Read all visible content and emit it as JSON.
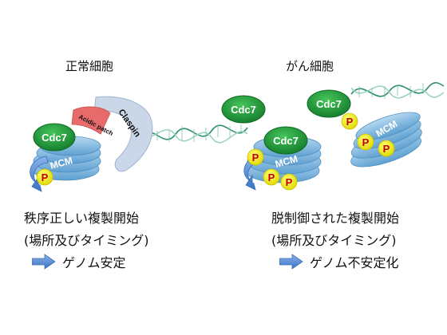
{
  "left": {
    "heading": "正常細胞",
    "labels": {
      "cdc7": "Cdc7",
      "mcm": "MCM",
      "claspin": "Claspin",
      "acidic_patch": "Acidic patch",
      "p": "P"
    },
    "result_line1": "秩序正しい複製開始",
    "result_line2": "(場所及びタイミング)",
    "outcome": "ゲノム安定"
  },
  "right": {
    "heading": "がん細胞",
    "labels": {
      "cdc7": "Cdc7",
      "mcm": "MCM",
      "p": "P"
    },
    "result_line1": "脱制御された複製開始",
    "result_line2": "(場所及びタイミング)",
    "outcome": "ゲノム不安定化"
  },
  "colors": {
    "cdc7_fill": "#2e9e3f",
    "mcm_fill": "#7fb9df",
    "p_fill": "#f5f000",
    "p_text": "#c00000",
    "claspin_fill": "#c9d7e8",
    "acidic_fill": "#e86b6b",
    "arrow_fill": "#5b8fd6"
  }
}
